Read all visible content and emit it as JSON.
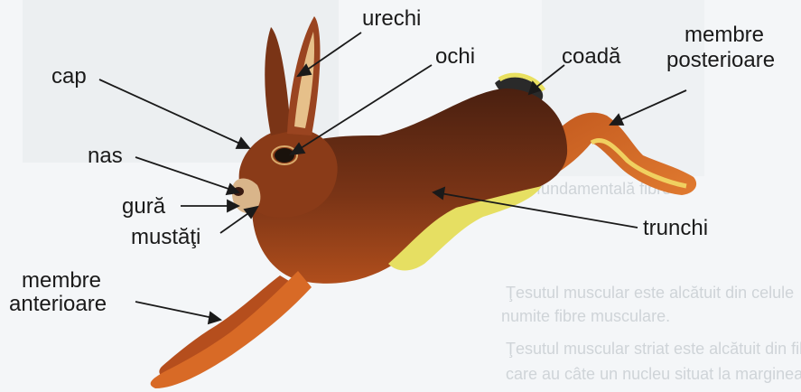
{
  "labels": {
    "urechi": "urechi",
    "ochi": "ochi",
    "cap": "cap",
    "coada": "coadă",
    "membre_posterioare_1": "membre",
    "membre_posterioare_2": "posterioare",
    "nas": "nas",
    "gura": "gură",
    "mustati": "mustăţi",
    "trunchi": "trunchi",
    "membre_anterioare_1": "membre",
    "membre_anterioare_2": "anterioare"
  },
  "background_text": {
    "line1": "ubstanţă fundamentală    fibre",
    "line2": "Ţesutul muscular este alcătuit din celule",
    "line3": "numite fibre musculare.",
    "line4": "Ţesutul muscular striat este alcătuit din fibre alungite",
    "line5": "care au câte un nucleu situat la marginea celulei."
  },
  "colors": {
    "background": "#f4f6f8",
    "fur_dark": "#5a2a12",
    "fur_mid": "#8a3d1a",
    "fur_light": "#c0581f",
    "belly": "#e8e060",
    "leader": "#1a1a1a"
  }
}
